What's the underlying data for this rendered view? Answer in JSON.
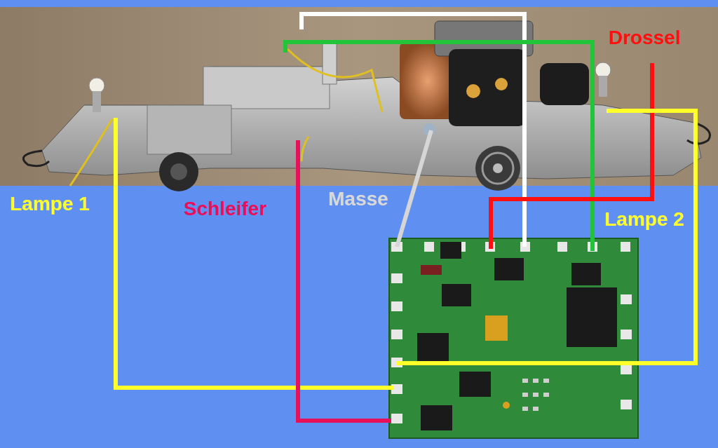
{
  "diagram": {
    "labels": [
      "Drossel",
      "Lampe 1",
      "Schleifer",
      "Masse",
      "Lampe 2"
    ]
  }
}
